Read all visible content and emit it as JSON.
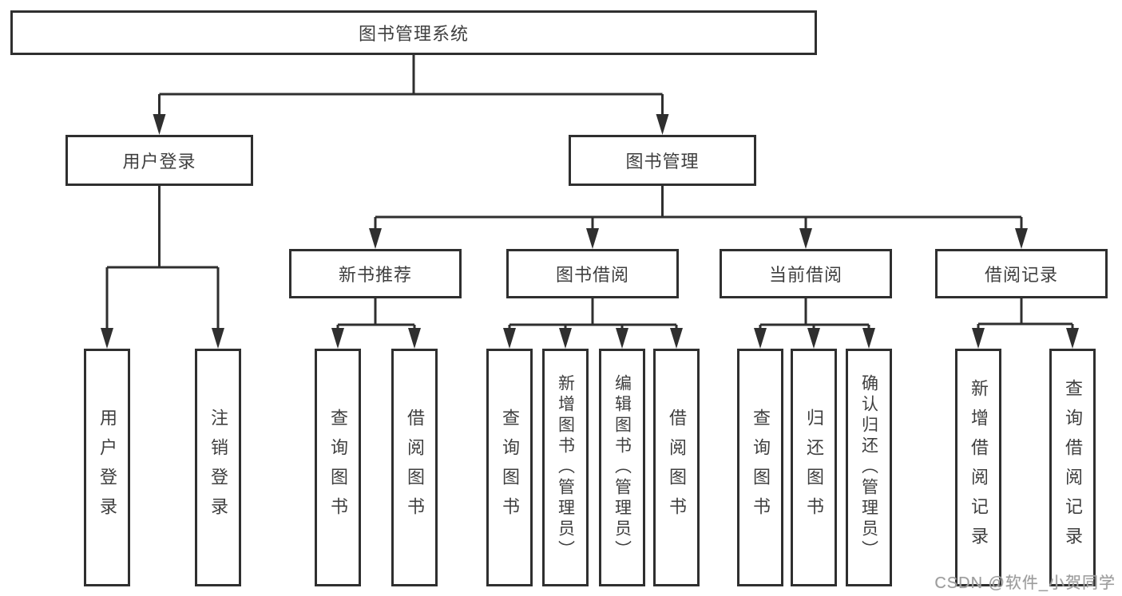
{
  "diagram": {
    "root": {
      "label": "图书管理系统"
    },
    "nodes": {
      "user_login": {
        "label": "用户登录",
        "children": [
          {
            "label": "用户登录"
          },
          {
            "label": "注销登录"
          }
        ]
      },
      "book_management": {
        "label": "图书管理",
        "children": [
          {
            "label": "新书推荐",
            "children": [
              {
                "label": "查询图书"
              },
              {
                "label": "借阅图书"
              }
            ]
          },
          {
            "label": "图书借阅",
            "children": [
              {
                "label": "查询图书"
              },
              {
                "label": "新增图书（管理员）"
              },
              {
                "label": "编辑图书（管理员）"
              },
              {
                "label": "借阅图书"
              }
            ]
          },
          {
            "label": "当前借阅",
            "children": [
              {
                "label": "查询图书"
              },
              {
                "label": "归还图书"
              },
              {
                "label": "确认归还（管理员）"
              }
            ]
          },
          {
            "label": "借阅记录",
            "children": [
              {
                "label": "新增借阅记录"
              },
              {
                "label": "查询借阅记录"
              }
            ]
          }
        ]
      }
    }
  },
  "watermark": {
    "text": "CSDN @软件_小贺同学"
  },
  "colors": {
    "line": "#2f2f2f",
    "box_border": "#2f2f2f",
    "text": "#3f3f3f",
    "background": "#ffffff",
    "watermark": "#9c9c9c"
  }
}
